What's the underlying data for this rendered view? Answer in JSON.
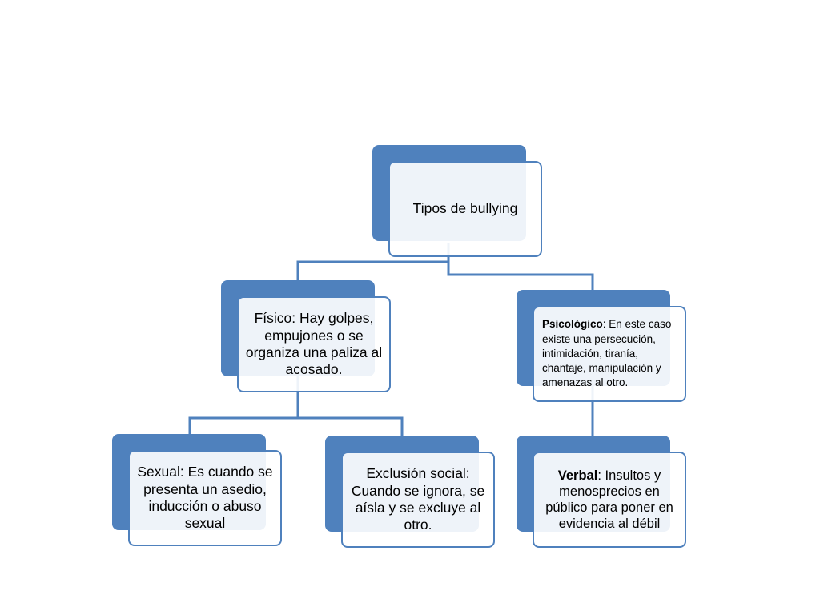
{
  "colors": {
    "accent": "#4f81bd",
    "connector": "#4f81bd"
  },
  "nodes": {
    "root": {
      "text": "Tipos de bullying"
    },
    "fisico": {
      "text": "Físico: Hay golpes, empujones o se organiza una paliza al acosado."
    },
    "psicologico": {
      "bold": "Psicológico",
      "text": ": En este caso existe una persecución, intimidación, tiranía, chantaje, manipulación y amenazas al otro."
    },
    "sexual": {
      "text": "Sexual: Es cuando se presenta un asedio, inducción o abuso sexual"
    },
    "exclusion": {
      "text": "Exclusión social: Cuando se ignora, se aísla y se excluye al otro."
    },
    "verbal": {
      "bold": "Verbal",
      "text": ": Insultos y menosprecios en público para poner en evidencia al débil"
    }
  }
}
